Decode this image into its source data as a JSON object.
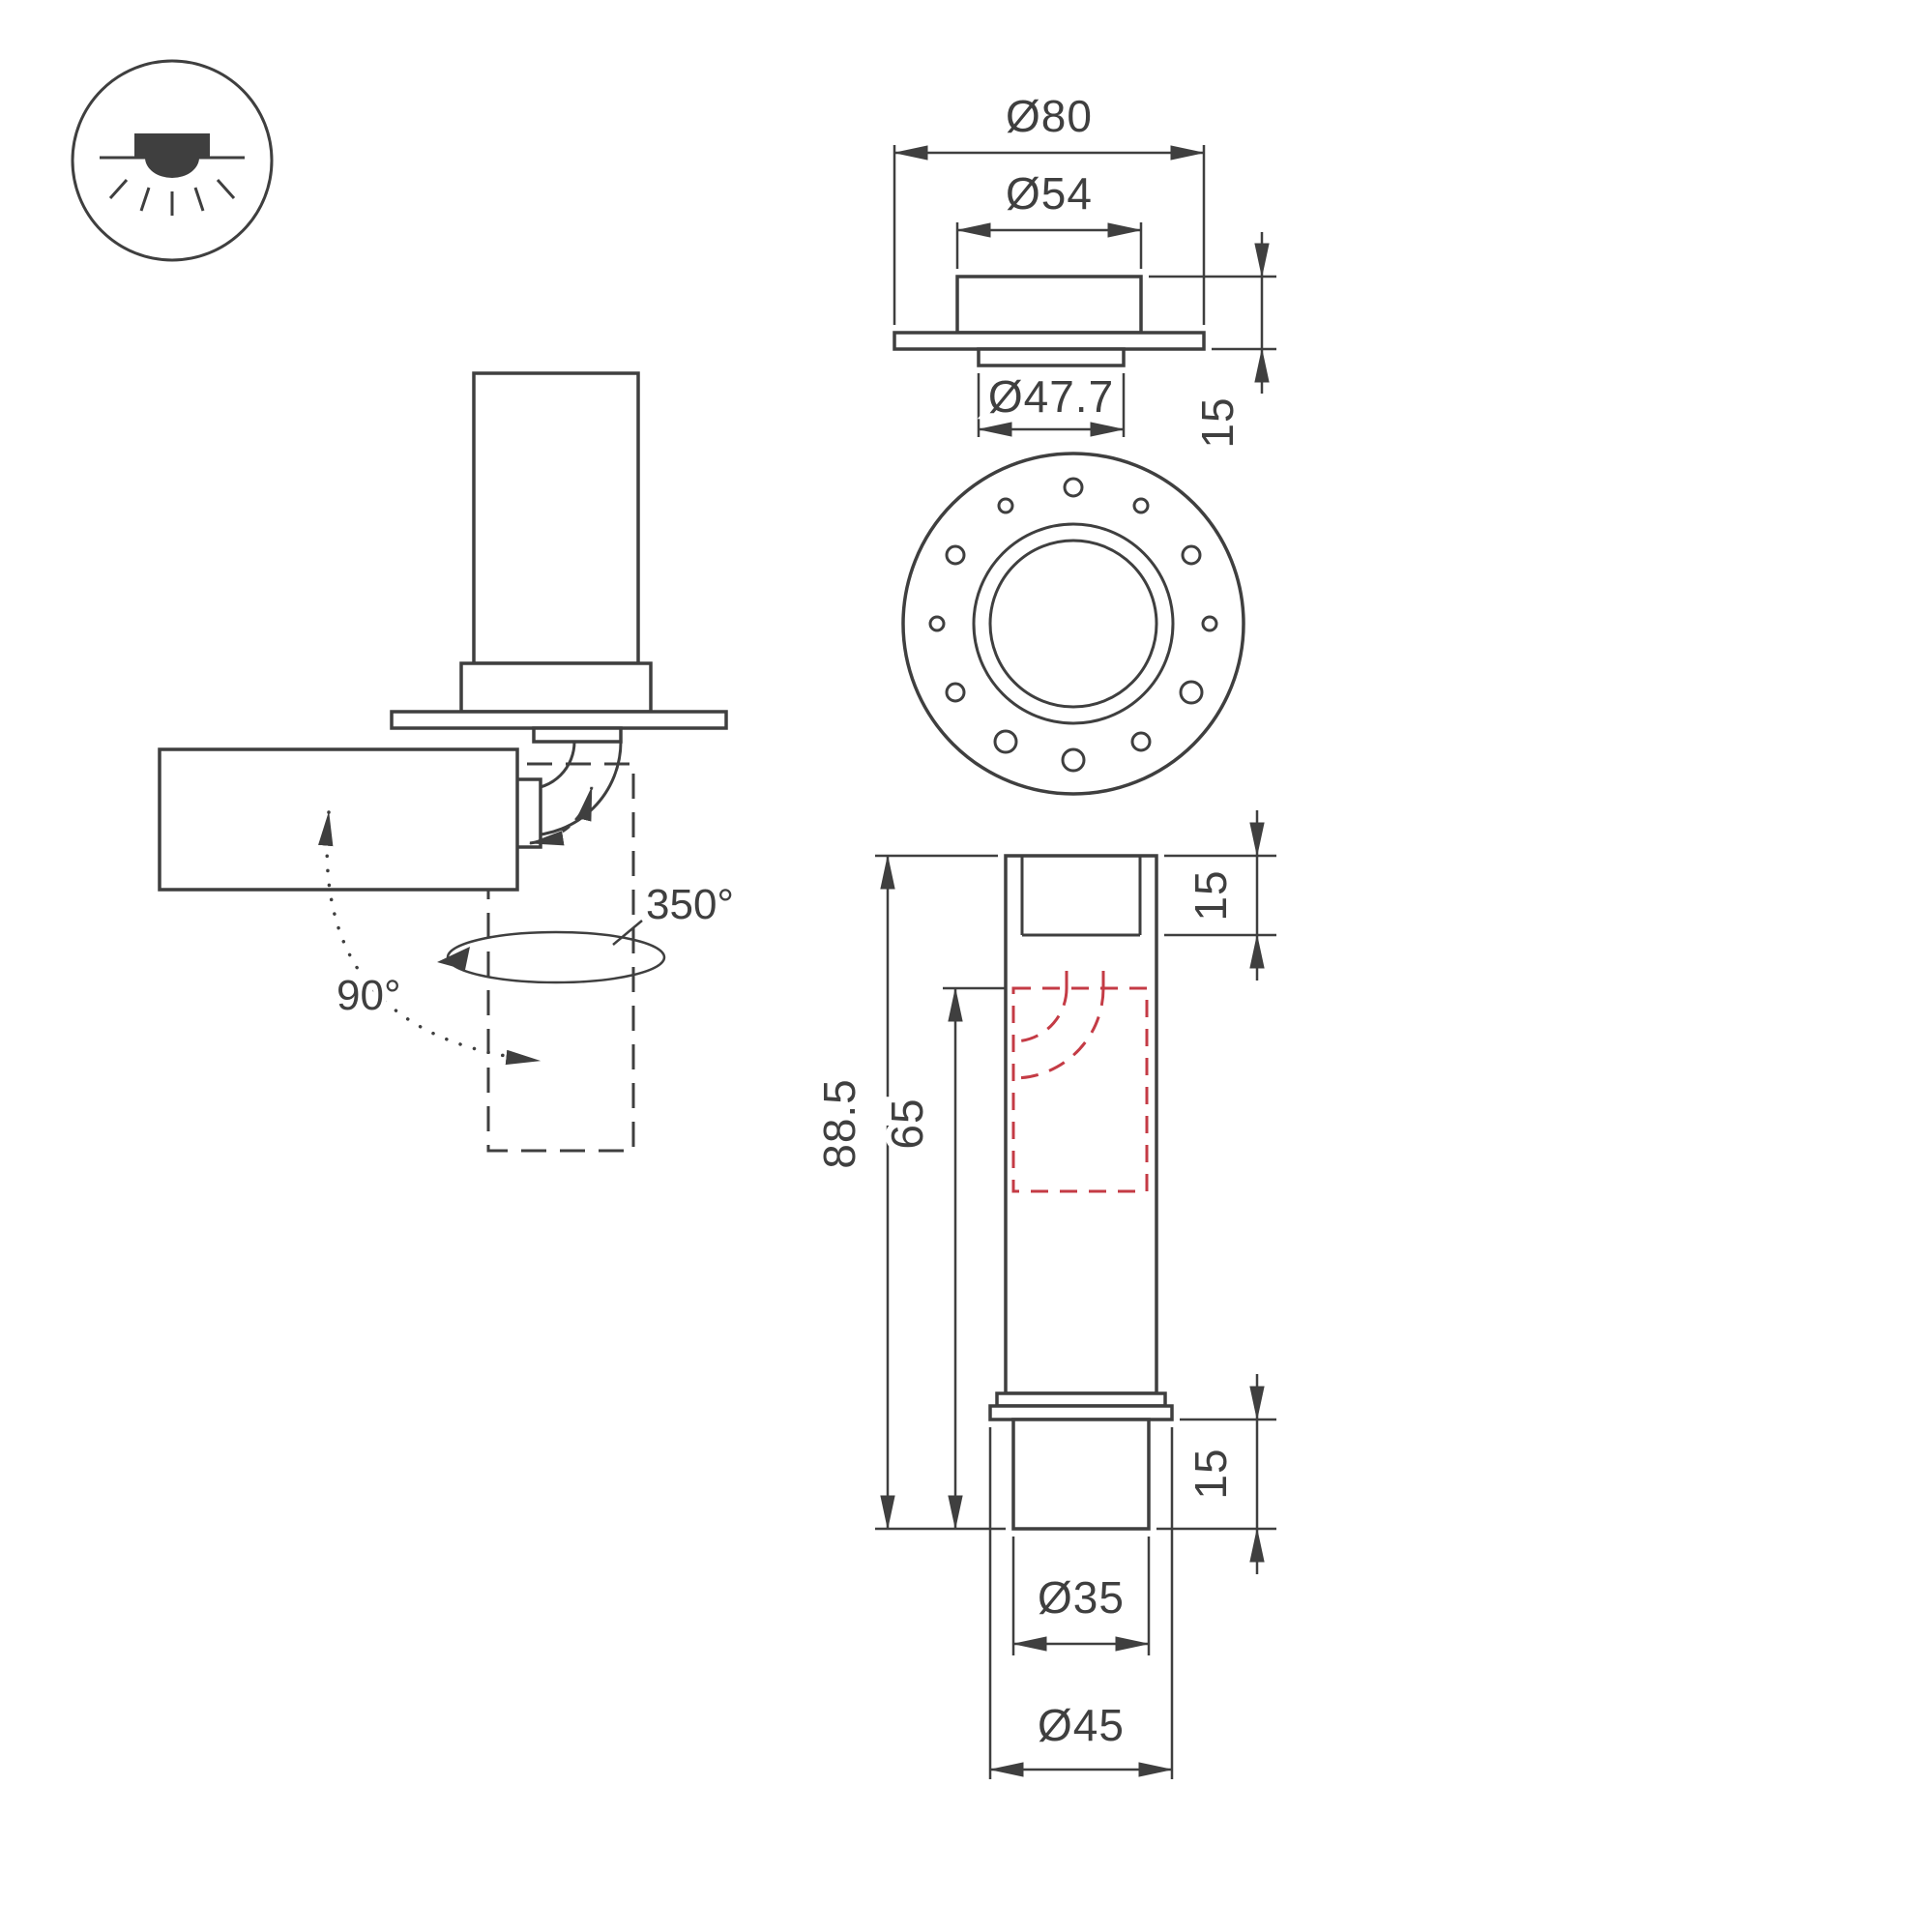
{
  "colors": {
    "line": "#3f3f3f",
    "red": "#c43b45",
    "background": "#ffffff"
  },
  "icon": {
    "meaning": "recessed-ceiling-downlight"
  },
  "angles": {
    "pan": "350°",
    "tilt": "90°"
  },
  "dimensions": {
    "flange_outer": "Ø80",
    "cap": "Ø54",
    "neck": "Ø47.7",
    "cap_height": "15",
    "total_height": "88.5",
    "body_height": "65",
    "head_section": "15",
    "tube_section": "15",
    "tube": "Ø35",
    "collar": "Ø45"
  }
}
